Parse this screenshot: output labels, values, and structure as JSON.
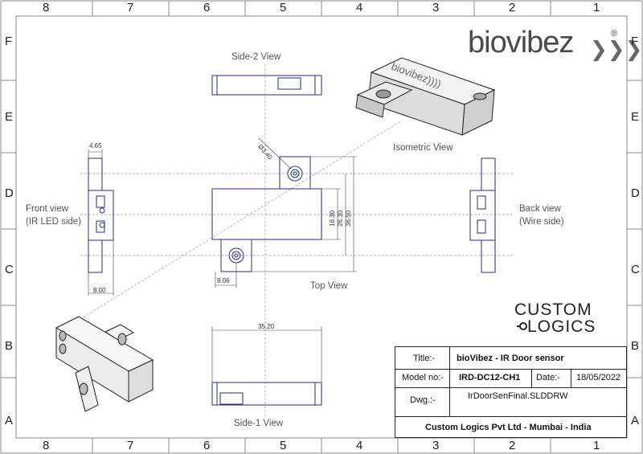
{
  "zones": {
    "columns": [
      "8",
      "7",
      "6",
      "5",
      "4",
      "3",
      "2",
      "1"
    ],
    "rows": [
      "F",
      "E",
      "D",
      "C",
      "B",
      "A"
    ]
  },
  "logo": {
    "brand": "biovibez",
    "registered": "®",
    "company_line1": "CUSTOM",
    "company_line2": "LOGICS"
  },
  "views": {
    "side2": "Side-2 View",
    "isometric": "Isometric View",
    "front_line1": "Front view",
    "front_line2": "(IR LED side)",
    "back_line1": "Back view",
    "back_line2": "(Wire side)",
    "top": "Top View",
    "side1": "Side-1 View"
  },
  "dimensions": {
    "d465": "4.65",
    "d800": "8.00",
    "hole": "Ø3.40",
    "d806": "8.06",
    "d1630": "16.30",
    "d2630": "26.30",
    "d3650": "36.50",
    "d3520": "35.20"
  },
  "title_block": {
    "title_label": "Title:-",
    "title_value": "bioVibez - IR Door sensor",
    "model_label": "Model no:-",
    "model_value": "IRD-DC12-CH1",
    "date_label": "Date:-",
    "date_value": "18/05/2022",
    "dwg_label": "Dwg.:-",
    "dwg_value": "IrDoorSenFinal.SLDDRW",
    "footer": "Custom Logics Pvt Ltd - Mumbai - India"
  },
  "colors": {
    "outline": "#2b2b8a",
    "border": "#222222",
    "centerline": "#999999"
  }
}
